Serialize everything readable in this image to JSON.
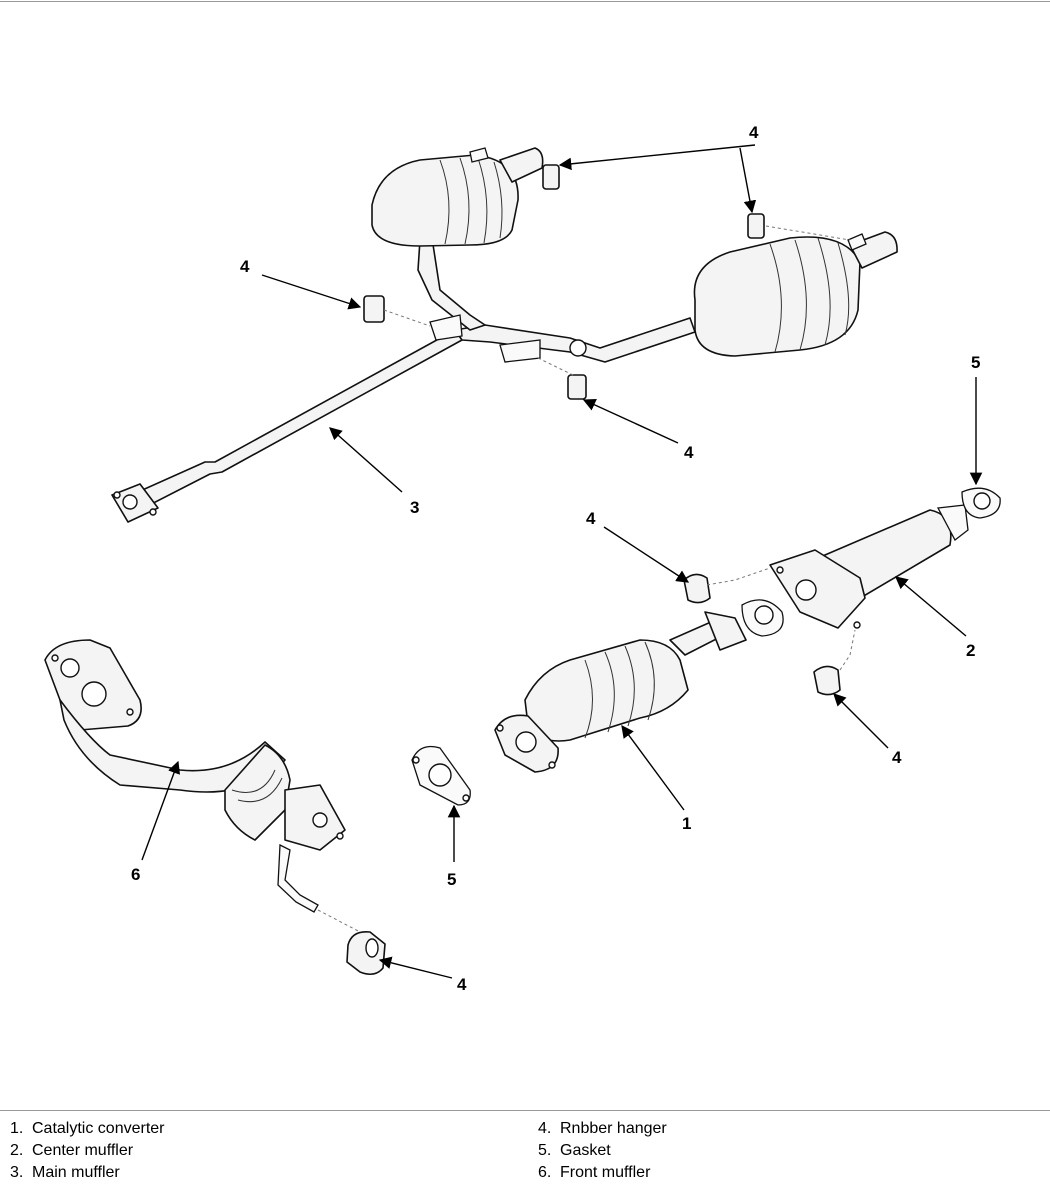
{
  "callouts": {
    "c1": "1",
    "c2": "2",
    "c3": "3",
    "c4": "4",
    "c5": "5",
    "c6": "6"
  },
  "legend": {
    "left": [
      {
        "num": "1.",
        "label": "Catalytic converter"
      },
      {
        "num": "2.",
        "label": "Center muffler"
      },
      {
        "num": "3.",
        "label": "Main muffler"
      }
    ],
    "right": [
      {
        "num": "4.",
        "label": "Rnbber hanger"
      },
      {
        "num": "5.",
        "label": "Gasket"
      },
      {
        "num": "6.",
        "label": "Front muffler"
      }
    ]
  }
}
